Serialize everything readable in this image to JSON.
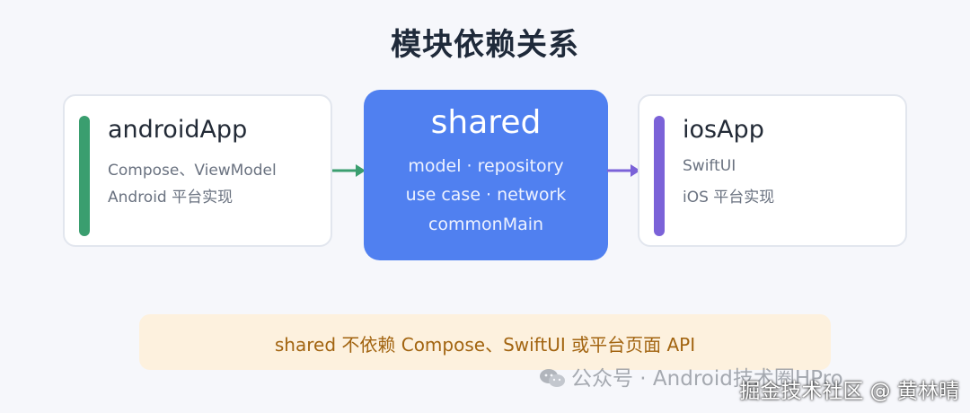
{
  "title": "模块依赖关系",
  "android": {
    "name": "androidApp",
    "lines": [
      "Compose、ViewModel",
      "Android 平台实现"
    ],
    "accent": "#3a9e6f"
  },
  "shared": {
    "name": "shared",
    "lines": [
      "model · repository",
      "use case · network",
      "commonMain"
    ],
    "color": "#5080f0"
  },
  "ios": {
    "name": "iosApp",
    "lines": [
      "SwiftUI",
      "iOS 平台实现"
    ],
    "accent": "#7b62d8"
  },
  "note": {
    "text": "shared 不依赖 Compose、SwiftUI 或平台页面 API"
  },
  "watermarks": {
    "wechat": "公众号 · Android技术圈HPro",
    "juejin": "掘金技术社区 @ 黄林晴"
  },
  "icons": {
    "arrow_left": "arrow-right-icon",
    "arrow_right": "arrow-right-icon",
    "wechat": "wechat-icon"
  }
}
